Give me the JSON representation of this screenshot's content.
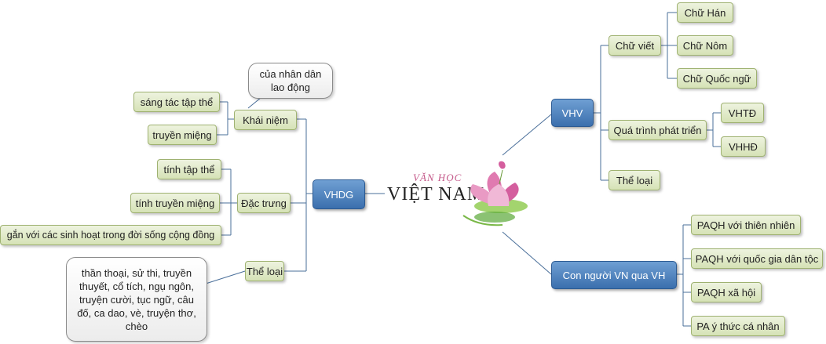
{
  "center": {
    "line1": "VĂN HỌC",
    "line2": "VIỆT NAM"
  },
  "left": {
    "root": "VHDG",
    "khai_niem": {
      "label": "Khái niệm",
      "items": [
        "sáng tác tập thể",
        "truyền miệng"
      ],
      "note": "của nhân dân\nlao động"
    },
    "dac_trung": {
      "label": "Đặc trưng",
      "items": [
        "tính tập thể",
        "tính truyền miệng",
        "gắn với các sinh hoạt trong đời sống cộng đồng"
      ]
    },
    "the_loai": {
      "label": "Thể loại",
      "note": "thần thoại, sử thi, truyền\nthuyết, cổ tích, ngụ ngôn,\ntruyện cười, tục ngữ, câu\nđố, ca dao, vè, truyện thơ,\nchèo"
    }
  },
  "right": {
    "vhv": {
      "root": "VHV",
      "chu_viet": {
        "label": "Chữ viết",
        "items": [
          "Chữ Hán",
          "Chữ Nôm",
          "Chữ Quốc ngữ"
        ]
      },
      "qua_trinh": {
        "label": "Quá trình phát triển",
        "items": [
          "VHTĐ",
          "VHHĐ"
        ]
      },
      "the_loai": "Thể loại"
    },
    "con_nguoi": {
      "root": "Con người VN qua VH",
      "items": [
        "PAQH với thiên nhiên",
        "PAQH với quốc gia dân tộc",
        "PAQH xã hội",
        "PA ý thức cá nhân"
      ]
    }
  },
  "colors": {
    "green_fill": "#d6e2b6",
    "green_border": "#9fb271",
    "blue_fill": "#3b6fad",
    "line": "#4a6f9a"
  }
}
